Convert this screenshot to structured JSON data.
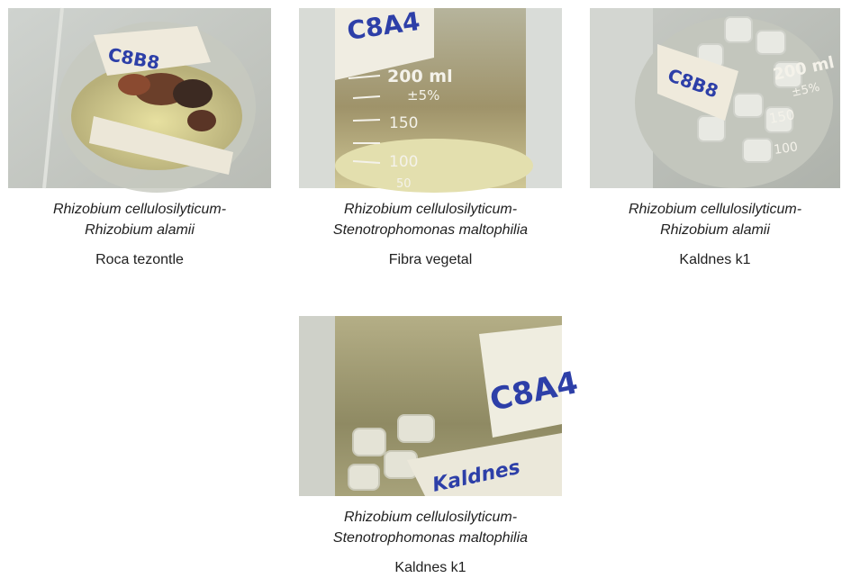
{
  "panels": [
    {
      "species_line1": "Rhizobium cellulosilyticum-",
      "species_line2": "Rhizobium alamii",
      "material": "Roca tezontle",
      "label_writing": "C8B8"
    },
    {
      "species_line1": "Rhizobium cellulosilyticum-",
      "species_line2": "Stenotrophomonas maltophilia",
      "material": "Fibra vegetal",
      "label_writing": "C8A4",
      "flask_marks": [
        "200 ml",
        "±5%",
        "150",
        "100",
        "50"
      ]
    },
    {
      "species_line1": "Rhizobium cellulosilyticum-",
      "species_line2": "Rhizobium alamii",
      "material": "Kaldnes k1",
      "label_writing": "C8B8",
      "flask_marks": [
        "200 ml",
        "±5%",
        "150",
        "100"
      ]
    },
    {
      "species_line1": "Rhizobium cellulosilyticum-",
      "species_line2": "Stenotrophomonas maltophilia",
      "material": "Kaldnes k1",
      "label_writing": "C8A4",
      "label_writing_2": "Kaldnes"
    }
  ]
}
